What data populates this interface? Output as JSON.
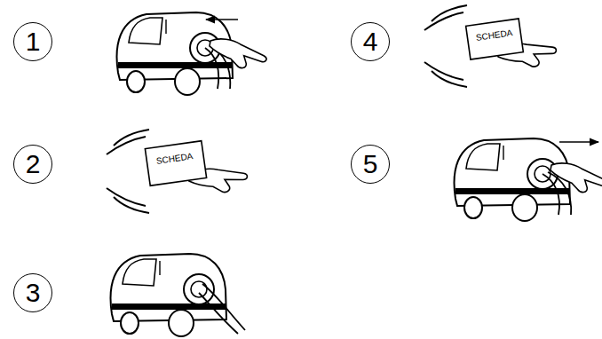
{
  "diagram": {
    "nodes": [
      {
        "text": [
          "1"
        ]
      },
      {
        "text": [
          "4"
        ]
      },
      {
        "text": [
          "2"
        ]
      },
      {
        "text": [
          "5"
        ]
      },
      {
        "text": [
          "3"
        ]
      }
    ],
    "labels": [
      "SCHEDA",
      "SCHEDA"
    ]
  }
}
